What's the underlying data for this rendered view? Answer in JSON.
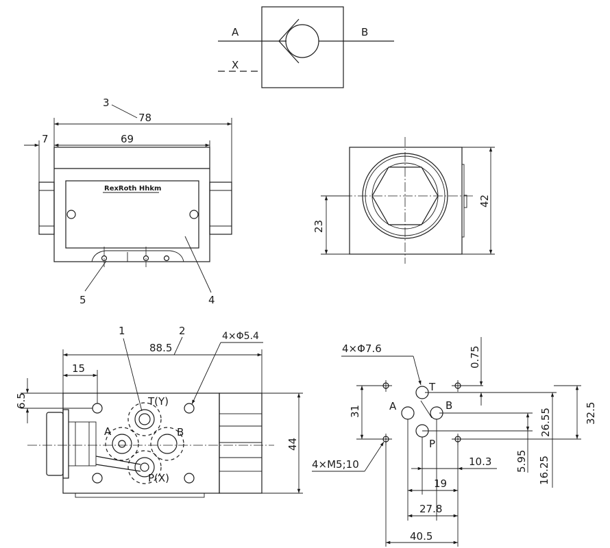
{
  "symbol": {
    "port_a": "A",
    "port_b": "B",
    "port_x": "X"
  },
  "front_view": {
    "callout_3": "3",
    "callout_4": "4",
    "callout_5": "5",
    "dim_overall_length": "78",
    "dim_body_length": "69",
    "dim_offset": "7",
    "logo_text": "RexRoth Hhkm"
  },
  "side_view": {
    "dim_height": "42",
    "dim_center": "23"
  },
  "bottom_view": {
    "callout_1": "1",
    "callout_2": "2",
    "dim_length": "88.5",
    "dim_hole_offset": "15",
    "dim_top_offset": "6.5",
    "dim_height": "44",
    "hole_spec": "4×Φ5.4",
    "port_t": "T(Y)",
    "port_a": "A",
    "port_b": "B",
    "port_p": "P(X)"
  },
  "mounting_pattern": {
    "port_spec": "4×Φ7.6",
    "thread_spec": "4×M5;10",
    "port_t": "T",
    "port_a": "A",
    "port_b": "B",
    "port_p": "P",
    "dims": {
      "d_075": "0.75",
      "d_31": "31",
      "d_2655": "26.55",
      "d_325": "32.5",
      "d_595": "5.95",
      "d_1625": "16.25",
      "d_103": "10.3",
      "d_19": "19",
      "d_278": "27.8",
      "d_405": "40.5"
    }
  }
}
